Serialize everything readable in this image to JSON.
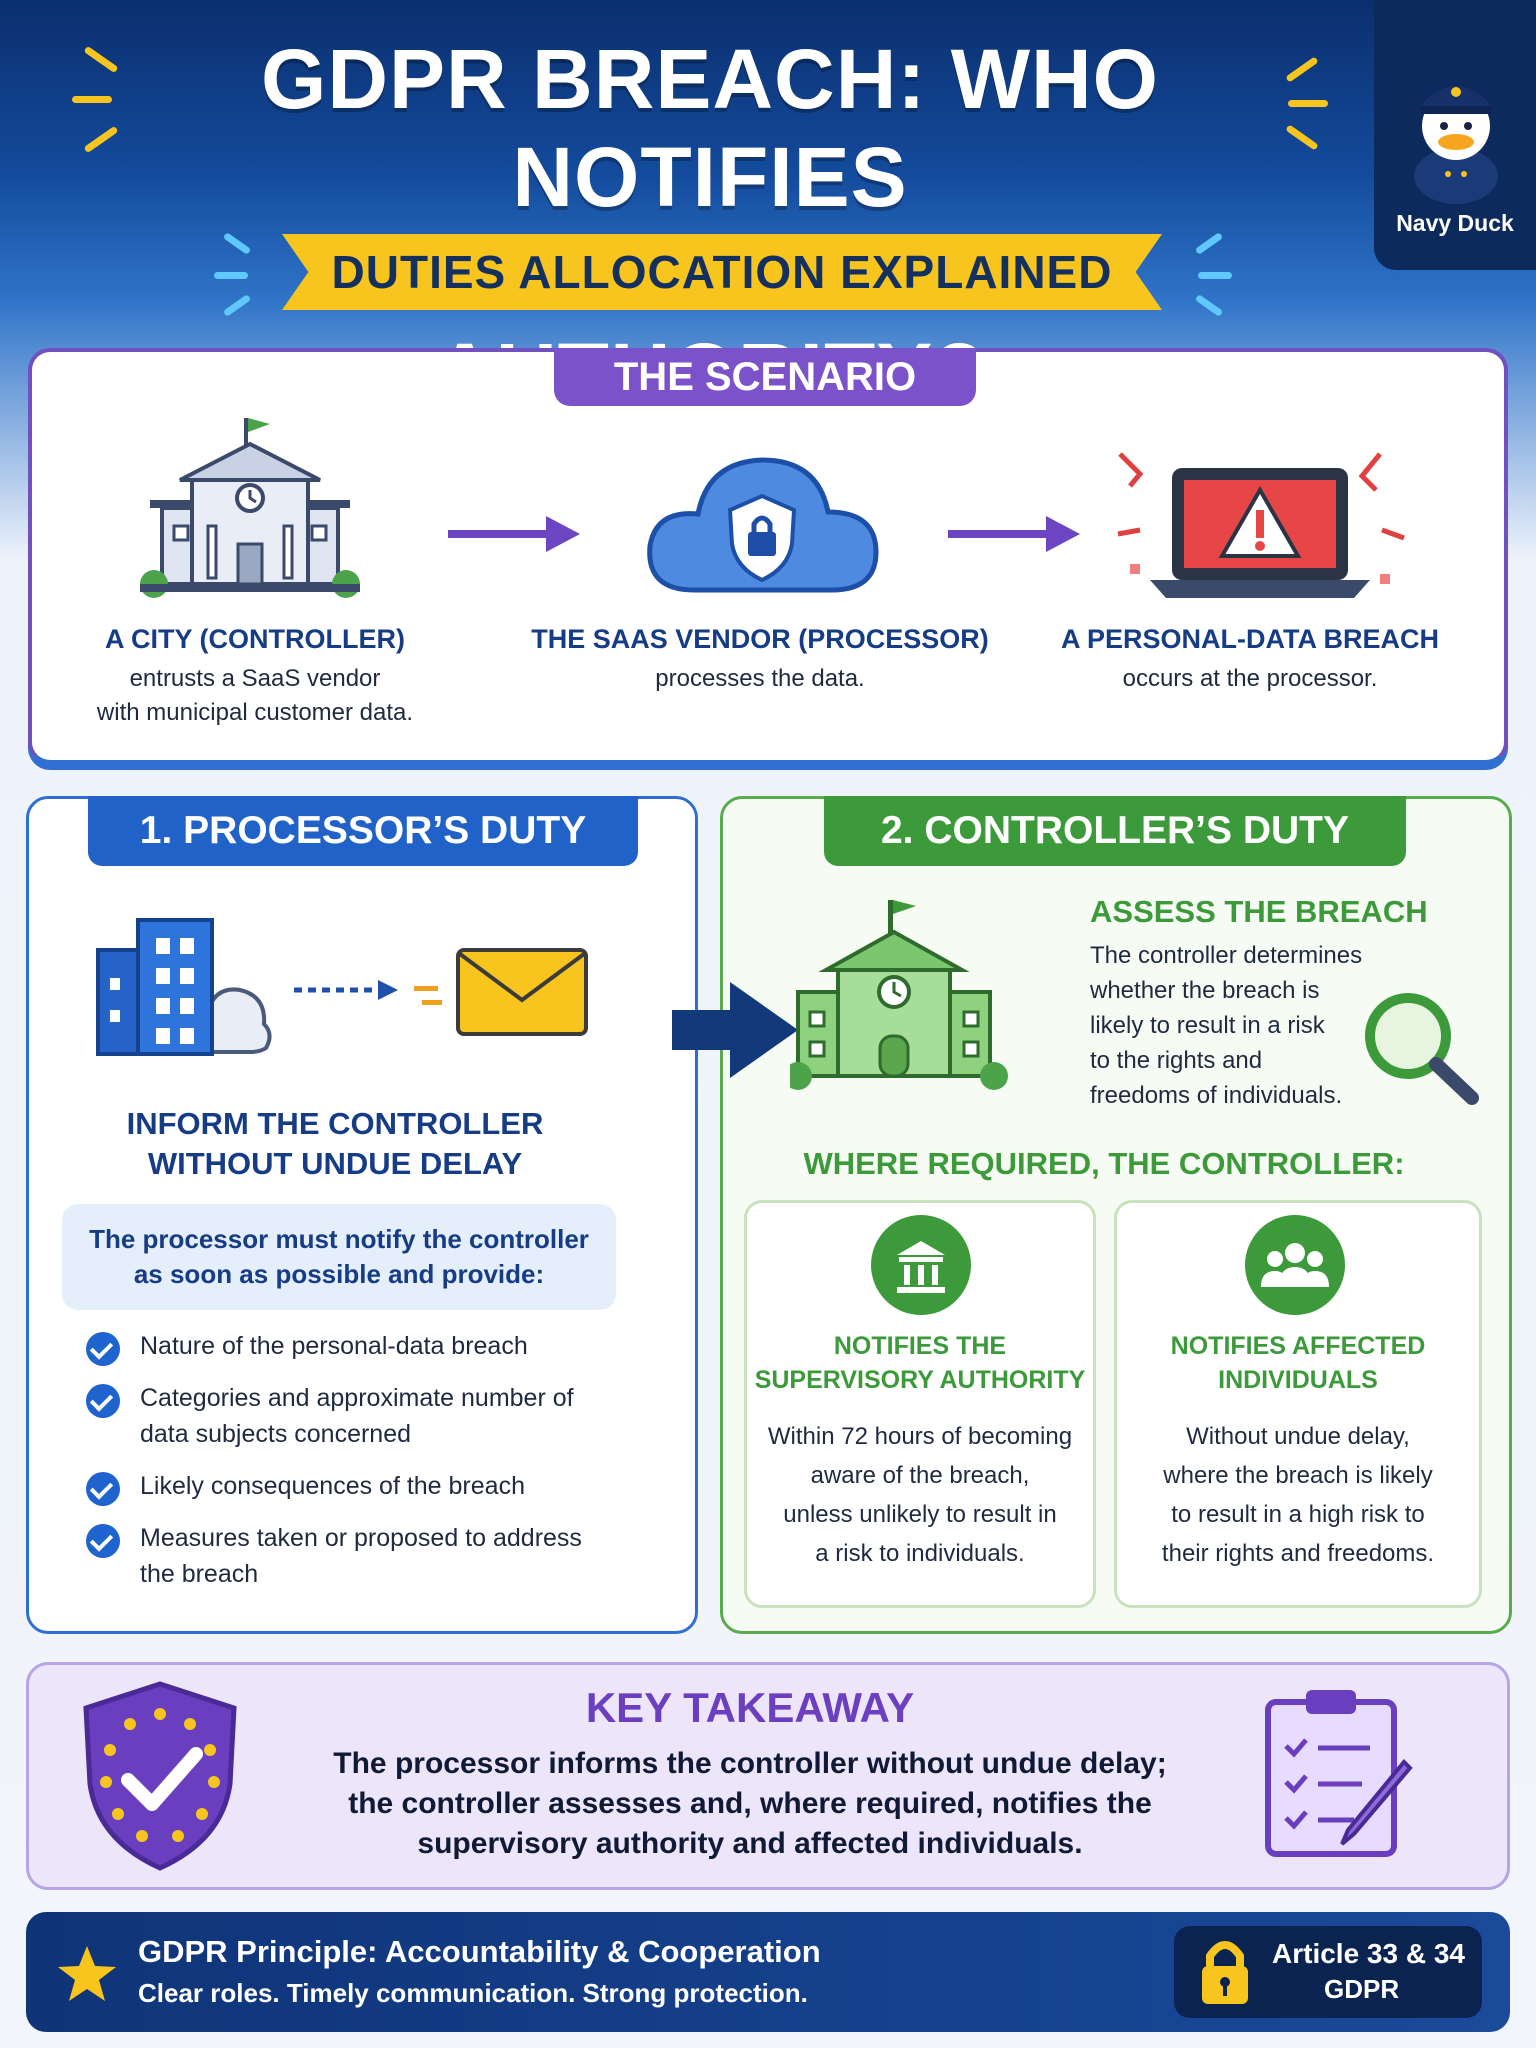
{
  "header": {
    "title_line1": "GDPR BREACH: WHO NOTIFIES",
    "title_line2": "THE SUPERVISORY AUTHORITY?",
    "banner": "DUTIES ALLOCATION EXPLAINED",
    "brand": "Navy Duck"
  },
  "scenario": {
    "tab": "THE SCENARIO",
    "steps": [
      {
        "heading": "A CITY (CONTROLLER)",
        "text_line1": "entrusts a SaaS vendor",
        "text_line2": "with municipal customer data."
      },
      {
        "heading": "THE SAAS VENDOR (PROCESSOR)",
        "text_line1": "processes the data.",
        "text_line2": ""
      },
      {
        "heading": "A PERSONAL-DATA BREACH",
        "text_line1": "occurs at the processor.",
        "text_line2": ""
      }
    ]
  },
  "processor": {
    "tab": "1. PROCESSOR’S DUTY",
    "inform_line1": "INFORM THE CONTROLLER",
    "inform_line2": "WITHOUT UNDUE DELAY",
    "notice_line1": "The processor must notify the controller",
    "notice_line2": "as soon as possible and provide:",
    "items": [
      {
        "line1": "Nature of the personal-data breach",
        "line2": ""
      },
      {
        "line1": "Categories and approximate number of",
        "line2": "data subjects concerned"
      },
      {
        "line1": "Likely consequences of the breach",
        "line2": ""
      },
      {
        "line1": "Measures taken or proposed to address",
        "line2": "the breach"
      }
    ]
  },
  "controller": {
    "tab": "2. CONTROLLER’S DUTY",
    "assess_heading": "ASSESS THE BREACH",
    "assess_lines": [
      "The controller determines",
      "whether the breach is",
      "likely to result in a risk",
      "to the rights and",
      "freedoms of individuals."
    ],
    "where_required": "WHERE REQUIRED, THE CONTROLLER:",
    "authority": {
      "heading_line1": "NOTIFIES THE",
      "heading_line2": "SUPERVISORY AUTHORITY",
      "lines": [
        "Within 72 hours of becoming",
        "aware of the breach,",
        "unless unlikely to result in",
        "a risk to individuals."
      ]
    },
    "individuals": {
      "heading_line1": "NOTIFIES AFFECTED",
      "heading_line2": "INDIVIDUALS",
      "lines": [
        "Without undue delay,",
        "where the breach is likely",
        "to result in a high risk to",
        "their rights and freedoms."
      ]
    }
  },
  "takeaway": {
    "heading": "KEY TAKEAWAY",
    "line1": "The processor informs the controller without undue delay;",
    "line2": "the controller assesses and, where required, notifies the",
    "line3": "supervisory authority and affected individuals."
  },
  "footer": {
    "principle": "GDPR Principle: Accountability & Cooperation",
    "tagline": "Clear roles. Timely communication. Strong protection.",
    "article_line1": "Article 33 & 34",
    "article_line2": "GDPR"
  },
  "colors": {
    "navy": "#0b2f6e",
    "yellow": "#f7c51e",
    "purple": "#7b52c9",
    "blue": "#2062c8",
    "green": "#3c9a3a"
  }
}
